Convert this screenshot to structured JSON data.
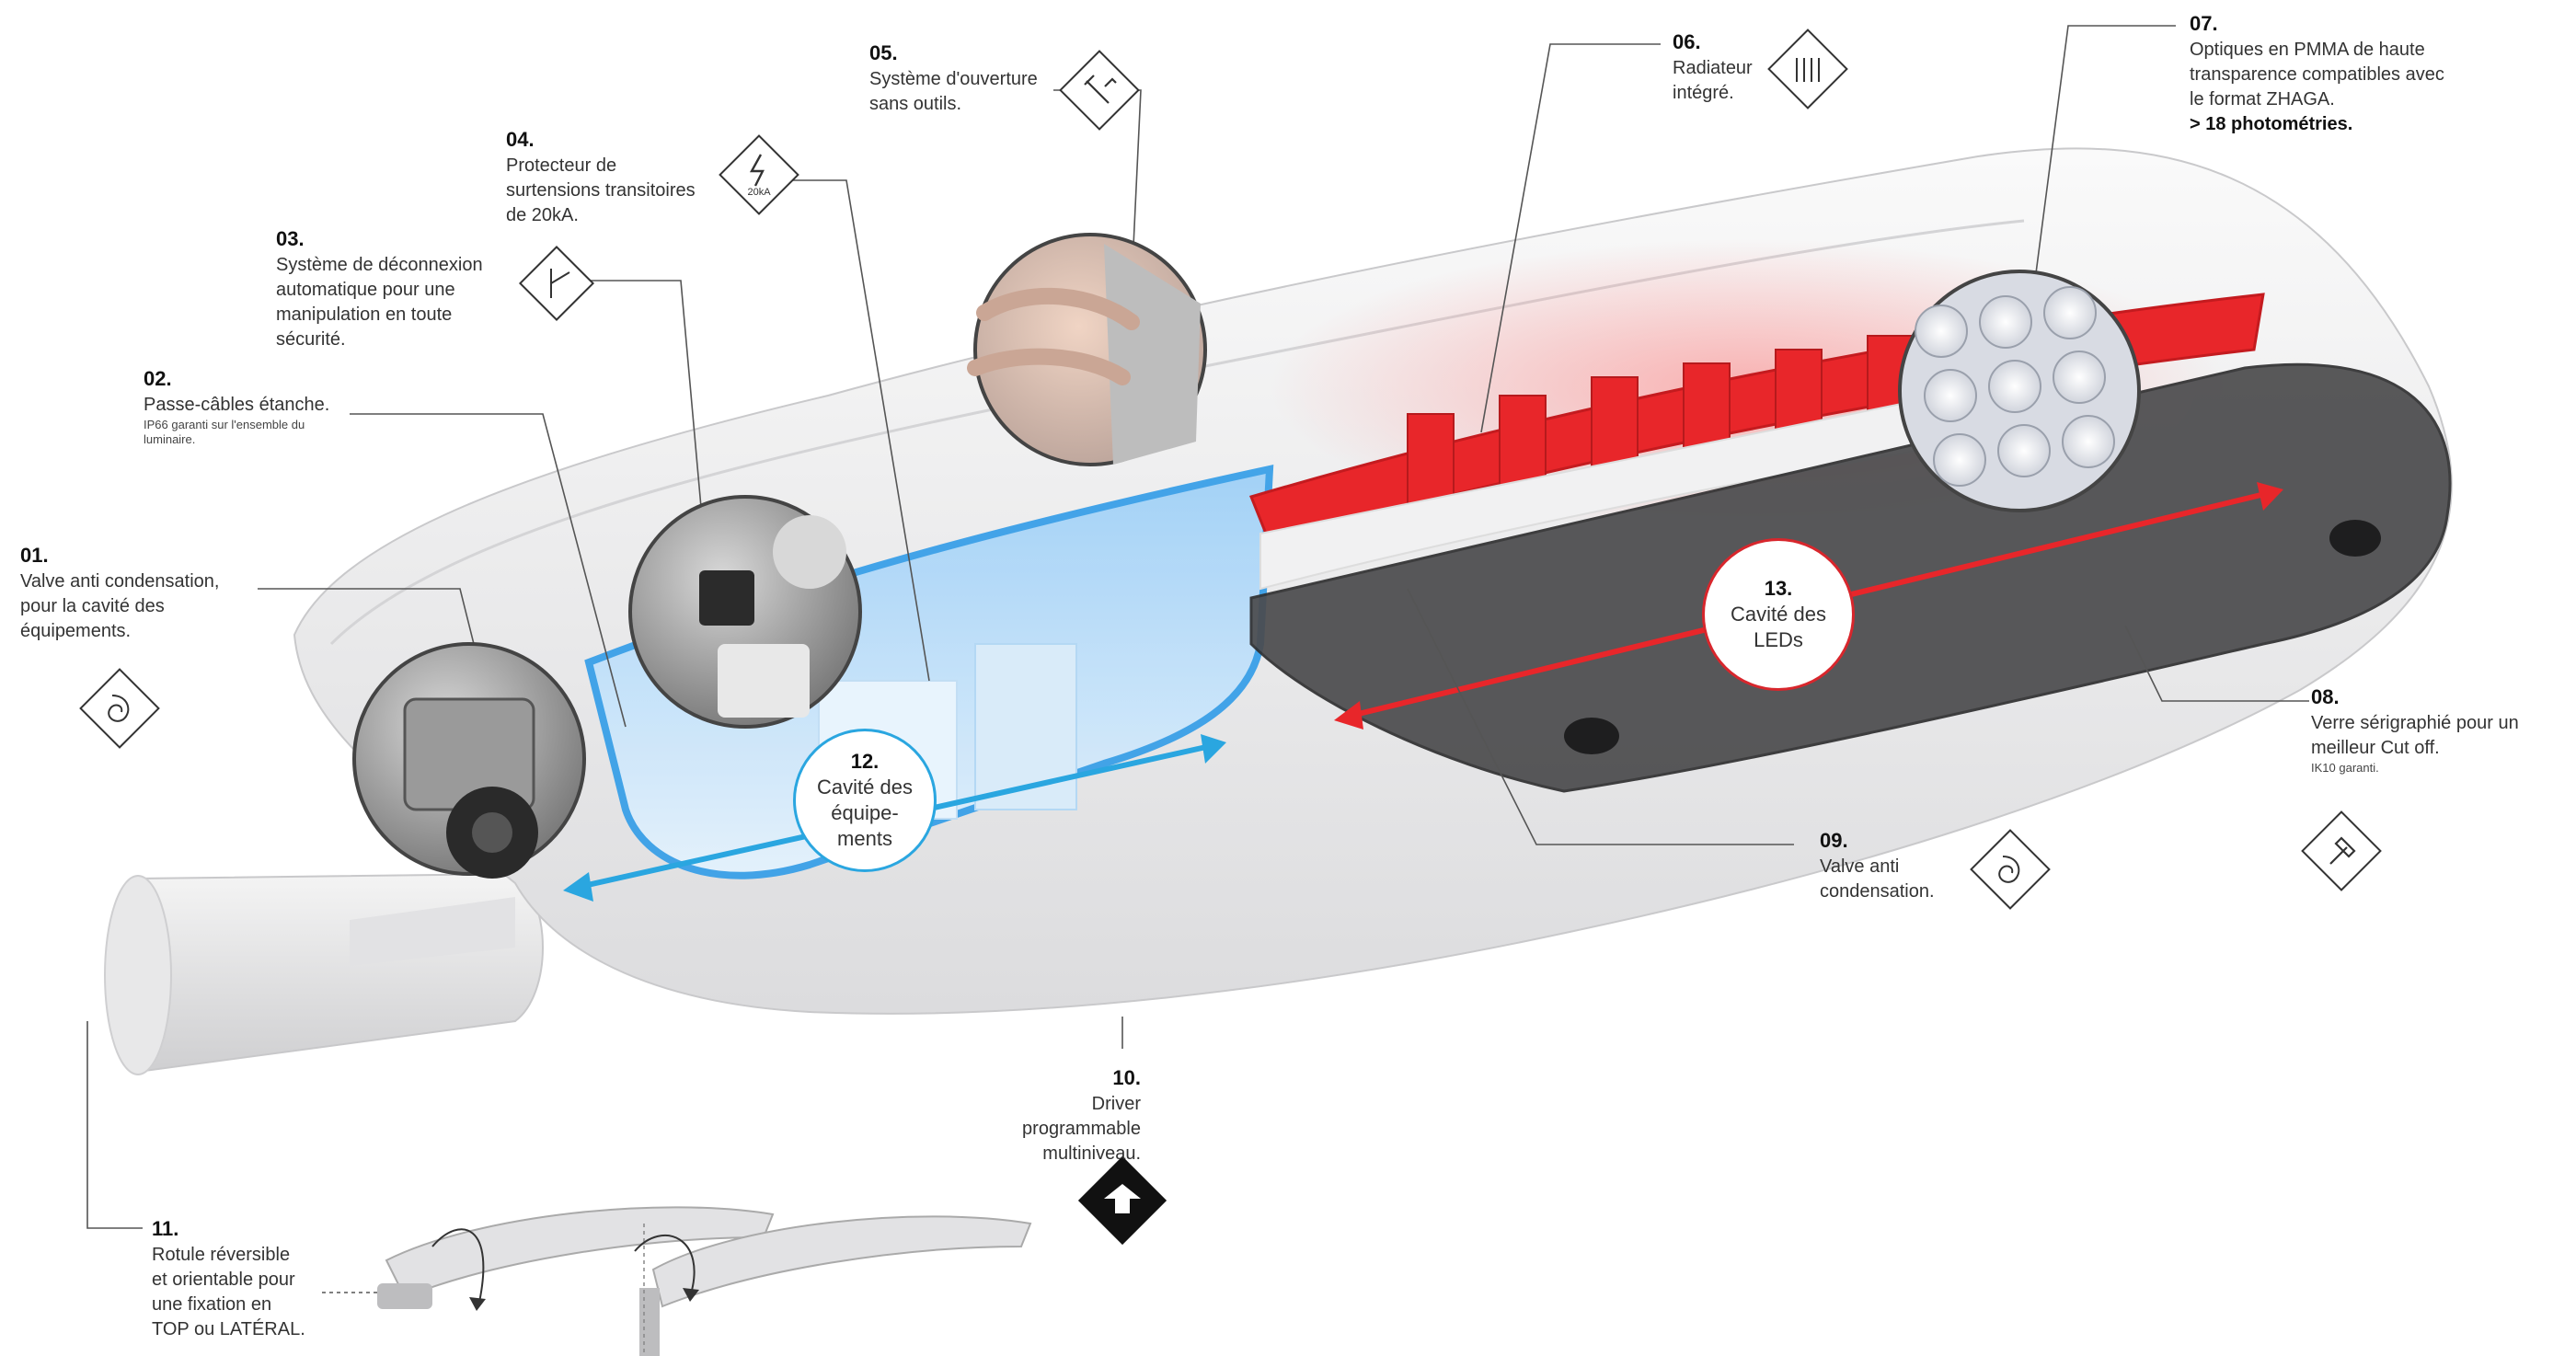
{
  "labels": {
    "l01": {
      "num": "01.",
      "lines": [
        "Valve anti condensation,",
        "pour la cavité des",
        "équipements."
      ]
    },
    "l02": {
      "num": "02.",
      "lines": [
        "Passe-câbles étanche."
      ],
      "small": [
        "IP66 garanti sur l'ensemble du",
        "luminaire."
      ]
    },
    "l03": {
      "num": "03.",
      "lines": [
        "Système de déconnexion",
        "automatique pour une",
        "manipulation en toute",
        "sécurité."
      ]
    },
    "l04": {
      "num": "04.",
      "lines": [
        "Protecteur de",
        "surtensions transitoires",
        "de 20kA."
      ]
    },
    "l05": {
      "num": "05.",
      "lines": [
        "Système d'ouverture",
        "sans outils."
      ]
    },
    "l06": {
      "num": "06.",
      "lines": [
        "Radiateur",
        "intégré."
      ]
    },
    "l07": {
      "num": "07.",
      "lines": [
        "Optiques en PMMA de haute",
        "transparence compatibles avec",
        "le format ZHAGA."
      ],
      "bold": "> 18 photométries."
    },
    "l08": {
      "num": "08.",
      "lines": [
        "Verre sérigraphié pour un",
        "meilleur Cut off."
      ],
      "small": [
        "IK10 garanti."
      ]
    },
    "l09": {
      "num": "09.",
      "lines": [
        "Valve anti",
        "condensation."
      ]
    },
    "l10": {
      "num": "10.",
      "lines": [
        "Driver",
        "programmable",
        "multiniveau."
      ]
    },
    "l11": {
      "num": "11.",
      "lines": [
        "Rotule réversible",
        "et orientable pour",
        "une fixation en",
        "TOP ou LATÉRAL."
      ]
    }
  },
  "bubbles": {
    "b12": {
      "num": "12.",
      "lines": [
        "Cavité des",
        "équipe-",
        "ments"
      ]
    },
    "b13": {
      "num": "13.",
      "lines": [
        "Cavité des",
        "LEDs"
      ]
    }
  },
  "icons": {
    "surge_text": "20kA"
  },
  "colors": {
    "led_cavity": "#e8262a",
    "equipment_cavity": "#3aa0e8",
    "housing": "#f0f0f1",
    "glass": "#4a4a4c"
  }
}
